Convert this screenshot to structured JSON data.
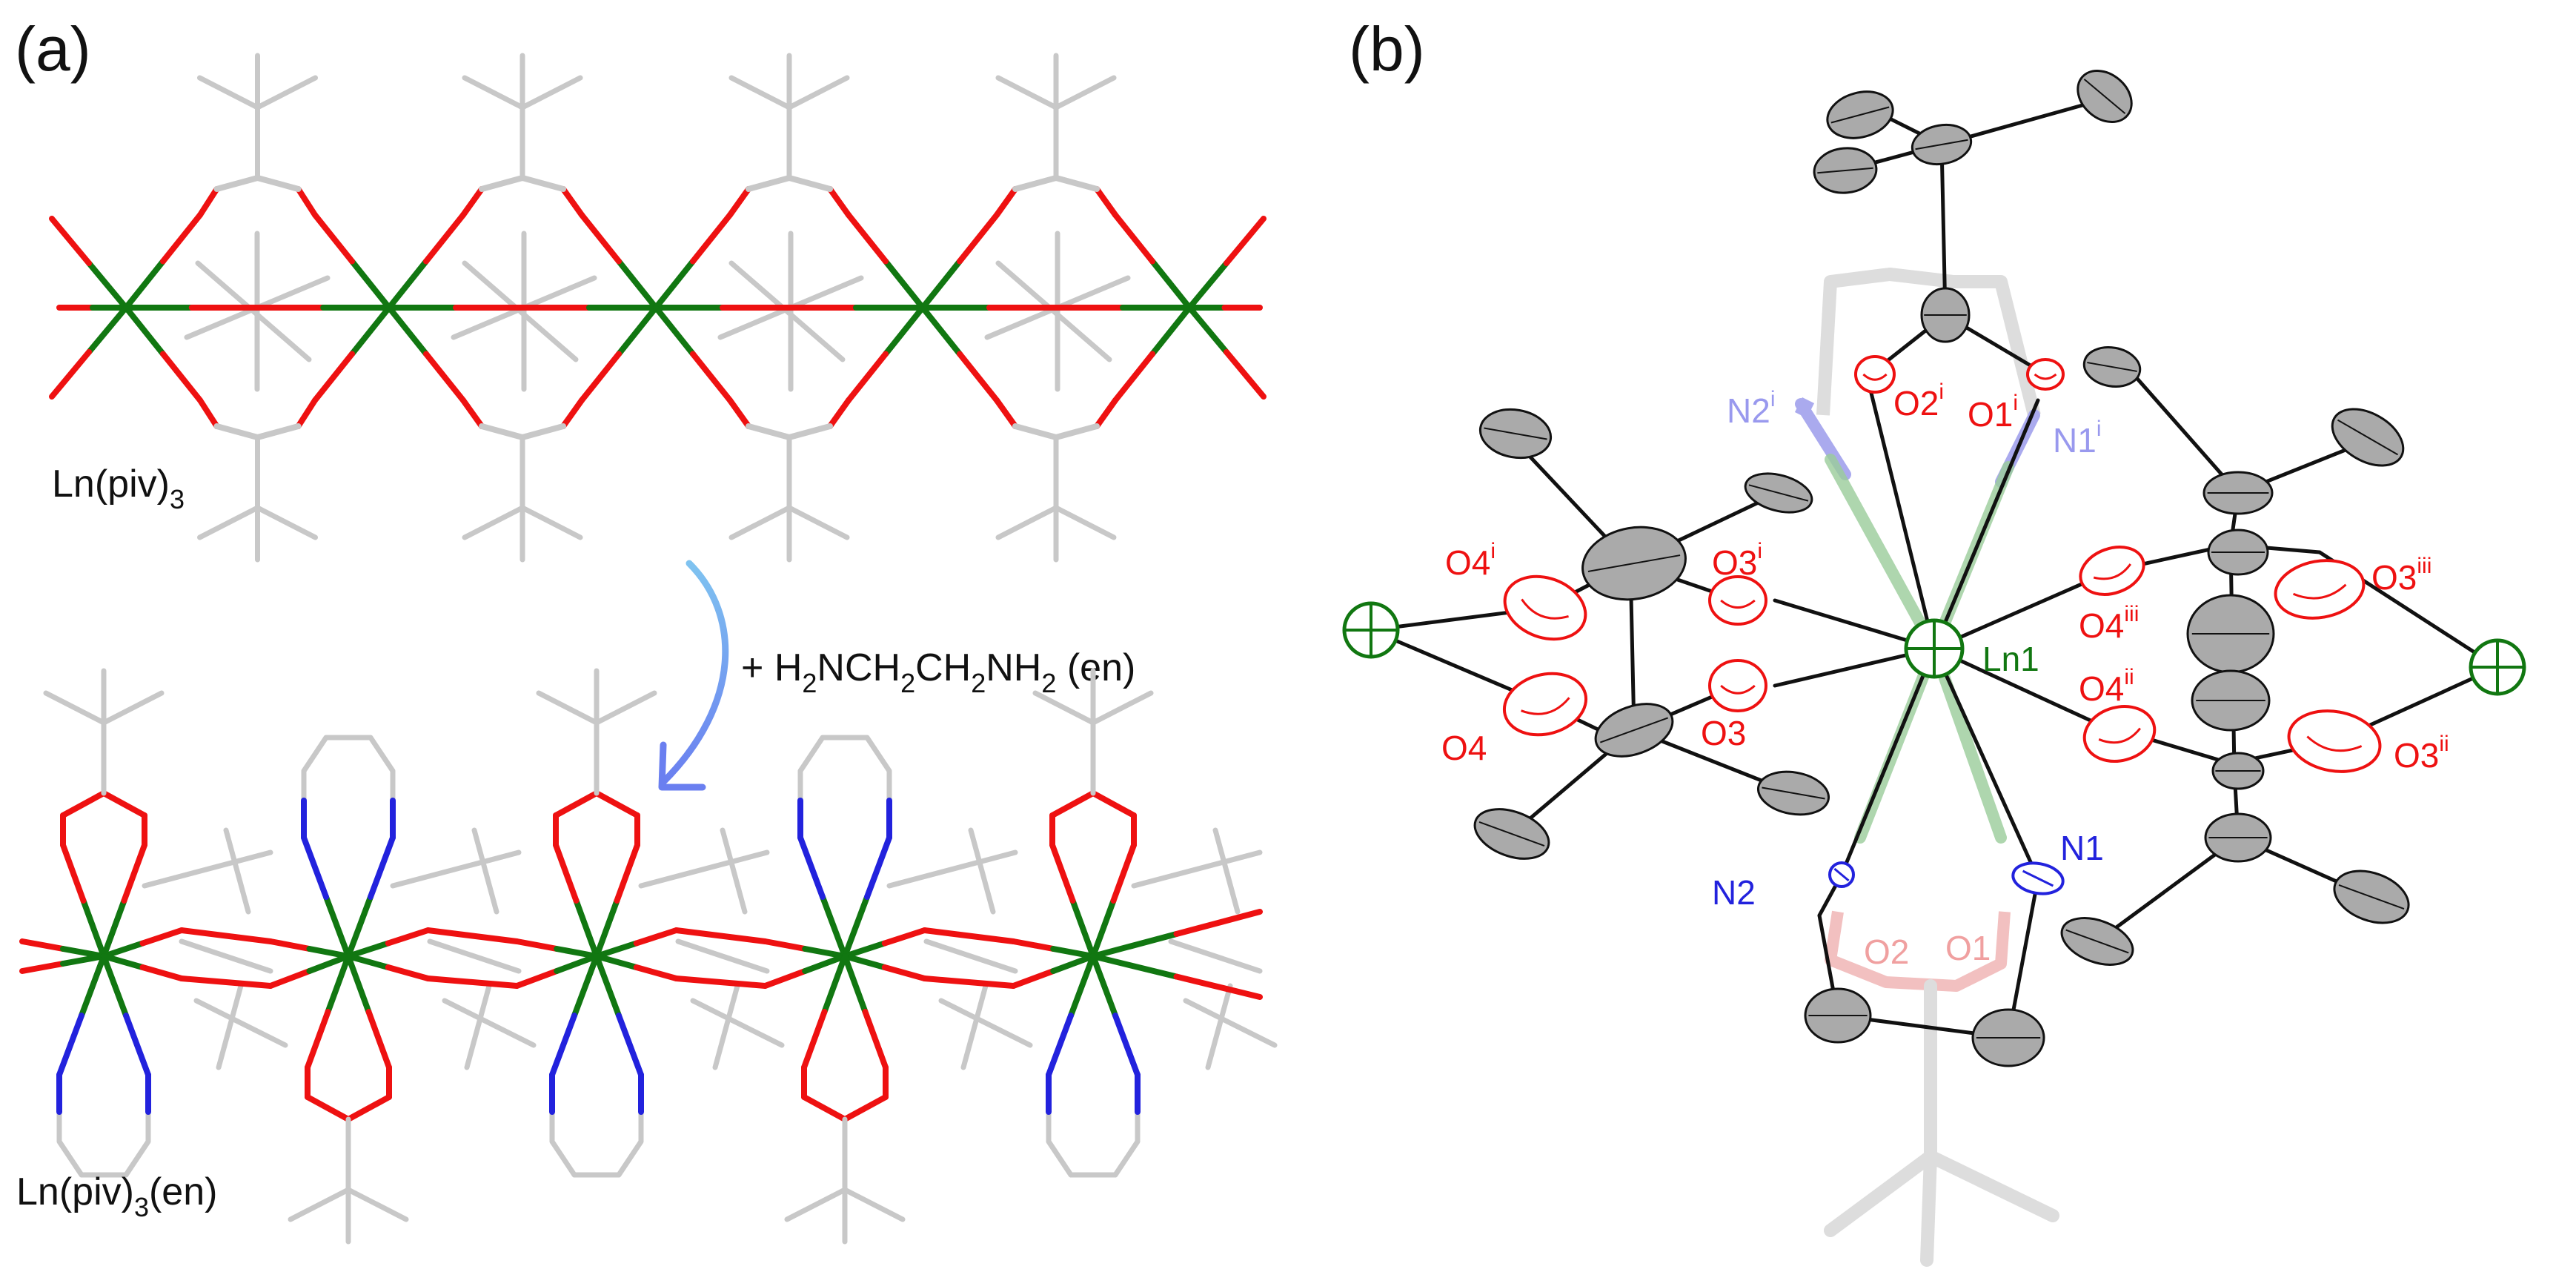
{
  "panels": {
    "a": {
      "label": "(a)",
      "top_formula": {
        "main": "Ln(piv)",
        "sub": "3"
      },
      "reaction": {
        "plus": "+ H",
        "s1": "2",
        "t1": "NCH",
        "s2": "2",
        "t2": "CH",
        "s3": "2",
        "t3": "NH",
        "s4": "2",
        "t4": " (en)"
      },
      "bottom_formula": {
        "main": "Ln(piv)",
        "sub": "3",
        "tail": "(en)"
      }
    },
    "b": {
      "label": "(b)",
      "atom_labels": [
        {
          "id": "N2i",
          "text": "N2",
          "sup": "i",
          "color": "#9999ee"
        },
        {
          "id": "O2i",
          "text": "O2",
          "sup": "i",
          "color": "#ee1111"
        },
        {
          "id": "O1i",
          "text": "O1",
          "sup": "i",
          "color": "#ee1111"
        },
        {
          "id": "N1i",
          "text": "N1",
          "sup": "i",
          "color": "#9999ee"
        },
        {
          "id": "O4i",
          "text": "O4",
          "sup": "i",
          "color": "#ee1111"
        },
        {
          "id": "O3i",
          "text": "O3",
          "sup": "i",
          "color": "#ee1111"
        },
        {
          "id": "O4",
          "text": "O4",
          "sup": "",
          "color": "#ee1111"
        },
        {
          "id": "O3",
          "text": "O3",
          "sup": "",
          "color": "#ee1111"
        },
        {
          "id": "Ln1",
          "text": "Ln1",
          "sup": "",
          "color": "#117711"
        },
        {
          "id": "O4iii",
          "text": "O4",
          "sup": "iii",
          "color": "#ee1111"
        },
        {
          "id": "O3iii",
          "text": "O3",
          "sup": "iii",
          "color": "#ee1111"
        },
        {
          "id": "O4ii",
          "text": "O4",
          "sup": "ii",
          "color": "#ee1111"
        },
        {
          "id": "O3ii",
          "text": "O3",
          "sup": "ii",
          "color": "#ee1111"
        },
        {
          "id": "N1",
          "text": "N1",
          "sup": "",
          "color": "#2222dd"
        },
        {
          "id": "N2",
          "text": "N2",
          "sup": "",
          "color": "#2222dd"
        },
        {
          "id": "O2",
          "text": "O2",
          "sup": "",
          "color": "#f0a0a0"
        },
        {
          "id": "O1",
          "text": "O1",
          "sup": "",
          "color": "#f0a0a0"
        }
      ]
    }
  },
  "colors": {
    "lanthanide": "#117711",
    "oxygen": "#ee1111",
    "nitrogen": "#2222dd",
    "carbon_bond": "#c8c8c8",
    "thermal_ellipsoid": "#aaaaaa",
    "arrow_start": "#7fc3f0",
    "arrow_end": "#6a7ff0"
  }
}
